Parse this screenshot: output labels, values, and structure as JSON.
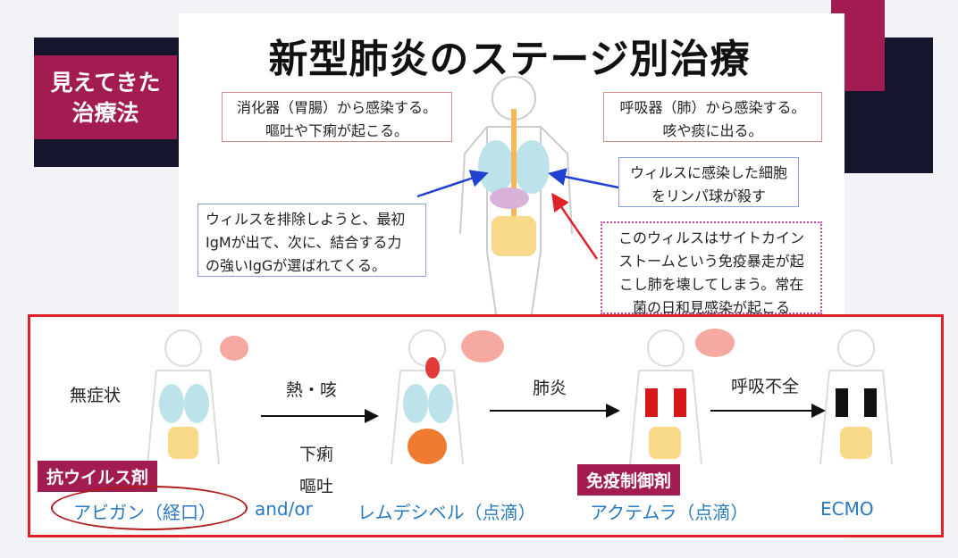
{
  "title": "新型肺炎のステージ別治療",
  "tag_lines": [
    "見えてきた",
    "治療法"
  ],
  "callouts": {
    "digestive": [
      "消化器（胃腸）から感染する。",
      "嘔吐や下痢が起こる。"
    ],
    "respiratory": [
      "呼吸器（肺）から感染する。",
      "咳や痰に出る。"
    ],
    "lymph": [
      "ウィルスに感染した細胞",
      "をリンパ球が殺す"
    ],
    "antibody": [
      "ウィルスを排除しようと、最初",
      "IgMが出て、次に、結合する力",
      "の強いIgGが選ばれてくる。"
    ],
    "cytokine": [
      "このウィルスはサイトカイン",
      "ストームという免疫暴走が起",
      "こし肺を壊してしまう。常在",
      "菌の日和見感染が起こる"
    ]
  },
  "stages": {
    "asymptomatic": "無症状",
    "fever_cough": "熱・咳",
    "diarrhea": "下痢",
    "vomiting": "嘔吐",
    "pneumonia": "肺炎",
    "resp_failure": "呼吸不全"
  },
  "badges": {
    "antiviral": "抗ウイルス剤",
    "immunosuppressant": "免疫制御剤"
  },
  "drugs": {
    "avigan": "アビガン（経口）",
    "and_or": "and/or",
    "remdesivir": "レムデシベル（点滴）",
    "actemra": "アクテムラ（点滴）",
    "ecmo": "ECMO"
  },
  "colors": {
    "accent": "#a21c52",
    "frame_red": "#e0222a",
    "drug_blue": "#2a78c0",
    "arrow_blue": "#2040d0"
  }
}
